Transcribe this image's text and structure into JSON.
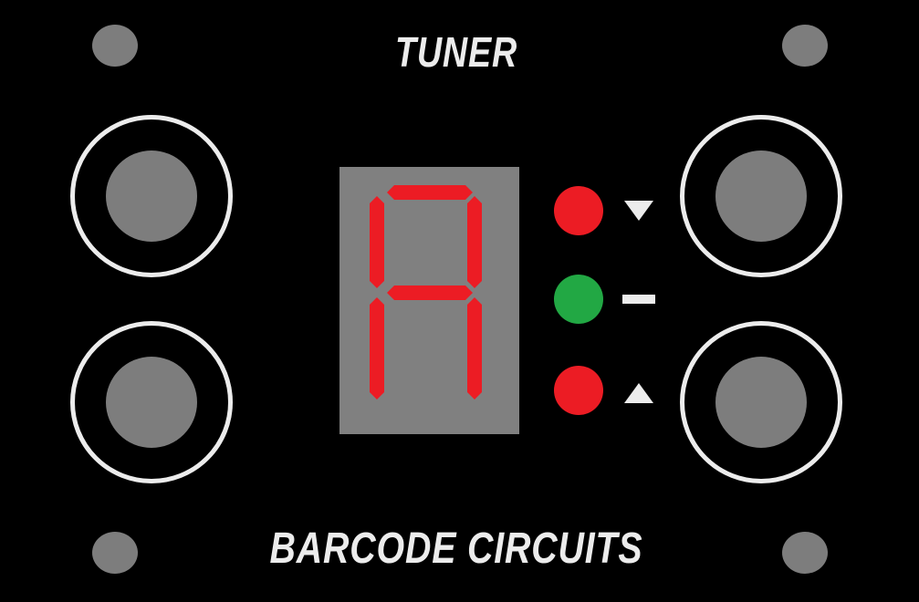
{
  "panel": {
    "title": "TUNER",
    "brand": "BARCODE CIRCUITS"
  },
  "display": {
    "note": "A",
    "lit_segments": [
      "a",
      "b",
      "c",
      "e",
      "f",
      "g"
    ],
    "segment_color": "#ec1c24",
    "background_color": "#808080"
  },
  "leds": [
    {
      "name": "flat-indicator",
      "color": "#ec1c24",
      "symbol": "down-triangle-icon"
    },
    {
      "name": "in-tune-indicator",
      "color": "#22a844",
      "symbol": "dash-icon"
    },
    {
      "name": "sharp-indicator",
      "color": "#ec1c24",
      "symbol": "up-triangle-icon"
    }
  ],
  "jacks": [
    "jack-top-left",
    "jack-bottom-left",
    "jack-top-right",
    "jack-bottom-right"
  ],
  "colors": {
    "panel": "#000000",
    "text": "#ececec",
    "hardware": "#7d7d7d"
  }
}
